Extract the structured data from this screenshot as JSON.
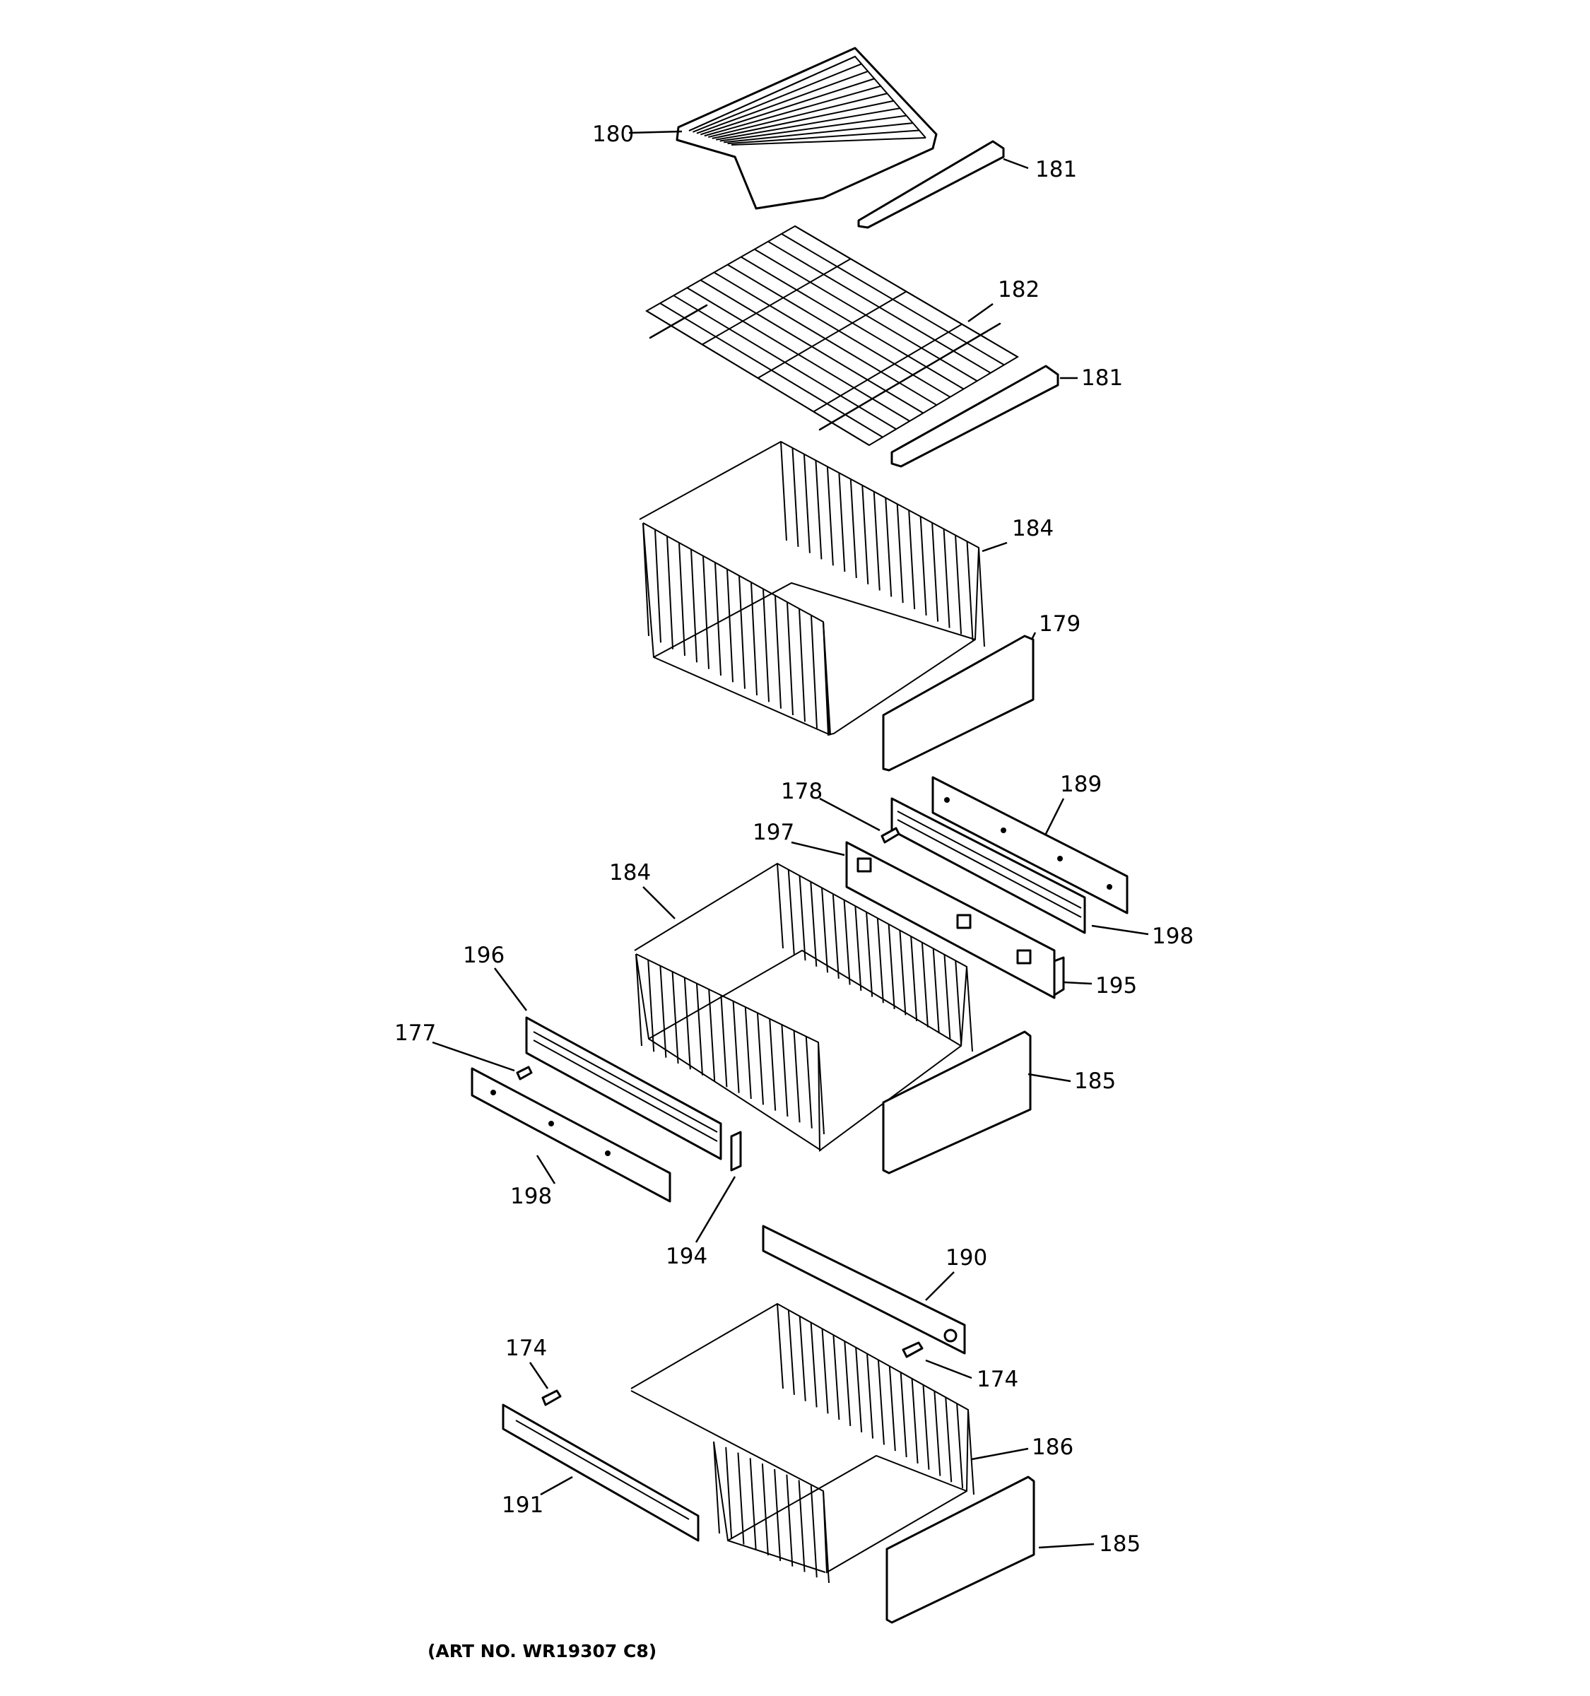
{
  "diagram": {
    "art_number": "(ART NO. WR19307 C8)",
    "callouts": [
      {
        "id": "c180",
        "text": "180"
      },
      {
        "id": "c181a",
        "text": "181"
      },
      {
        "id": "c182",
        "text": "182"
      },
      {
        "id": "c181b",
        "text": "181"
      },
      {
        "id": "c184a",
        "text": "184"
      },
      {
        "id": "c179",
        "text": "179"
      },
      {
        "id": "c178",
        "text": "178"
      },
      {
        "id": "c189",
        "text": "189"
      },
      {
        "id": "c197",
        "text": "197"
      },
      {
        "id": "c184b",
        "text": "184"
      },
      {
        "id": "c198a",
        "text": "198"
      },
      {
        "id": "c195",
        "text": "195"
      },
      {
        "id": "c196",
        "text": "196"
      },
      {
        "id": "c177",
        "text": "177"
      },
      {
        "id": "c185a",
        "text": "185"
      },
      {
        "id": "c198b",
        "text": "198"
      },
      {
        "id": "c194",
        "text": "194"
      },
      {
        "id": "c190",
        "text": "190"
      },
      {
        "id": "c174a",
        "text": "174"
      },
      {
        "id": "c174b",
        "text": "174"
      },
      {
        "id": "c186",
        "text": "186"
      },
      {
        "id": "c191",
        "text": "191"
      },
      {
        "id": "c185b",
        "text": "185"
      }
    ]
  }
}
